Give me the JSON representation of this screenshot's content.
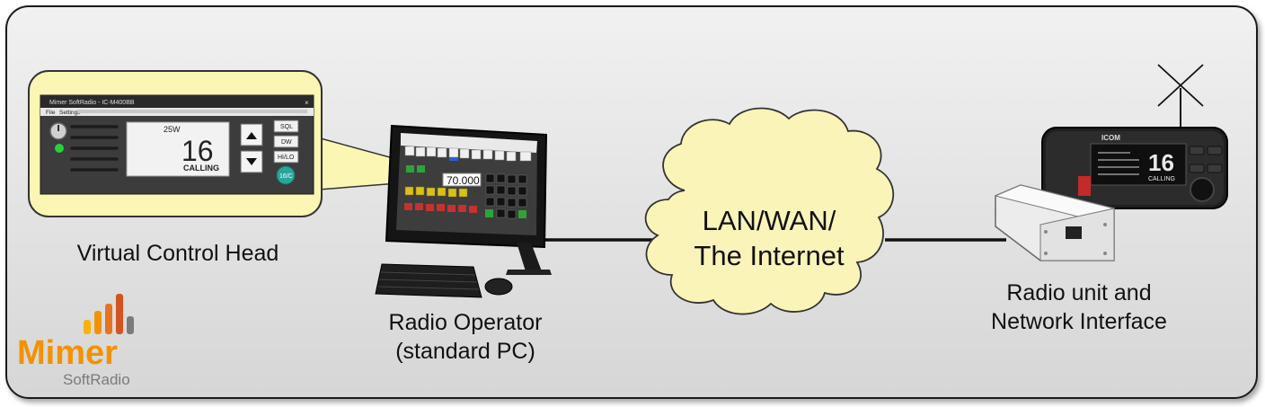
{
  "labels": {
    "virtual_control_head": "Virtual Control Head",
    "operator_line1": "Radio Operator",
    "operator_line2": "(standard PC)",
    "network_line1": "LAN/WAN/",
    "network_line2": "The Internet",
    "radio_line1": "Radio unit and",
    "radio_line2": "Network Interface"
  },
  "control_head": {
    "window_title": "Mimer SoftRadio - IC-M400BB",
    "menu_file": "File",
    "menu_settings": "Settings",
    "power": "25W",
    "channel": "16",
    "status": "CALLING",
    "btn_sql": "SQL",
    "btn_dw": "DW",
    "btn_hilo": "HI/LO",
    "btn_16c": "16/C"
  },
  "pc_screen": {
    "frequency": "70.000"
  },
  "radio": {
    "brand": "ICOM",
    "channel": "16",
    "status": "CALLING"
  },
  "logo": {
    "name": "Mimer",
    "sub": "SoftRadio"
  },
  "colors": {
    "callout_fill": "#fbf6b4",
    "cloud_fill": "#fbf4b8",
    "logo_orange": "#f39200",
    "logo_gray": "#7b7b7b"
  }
}
